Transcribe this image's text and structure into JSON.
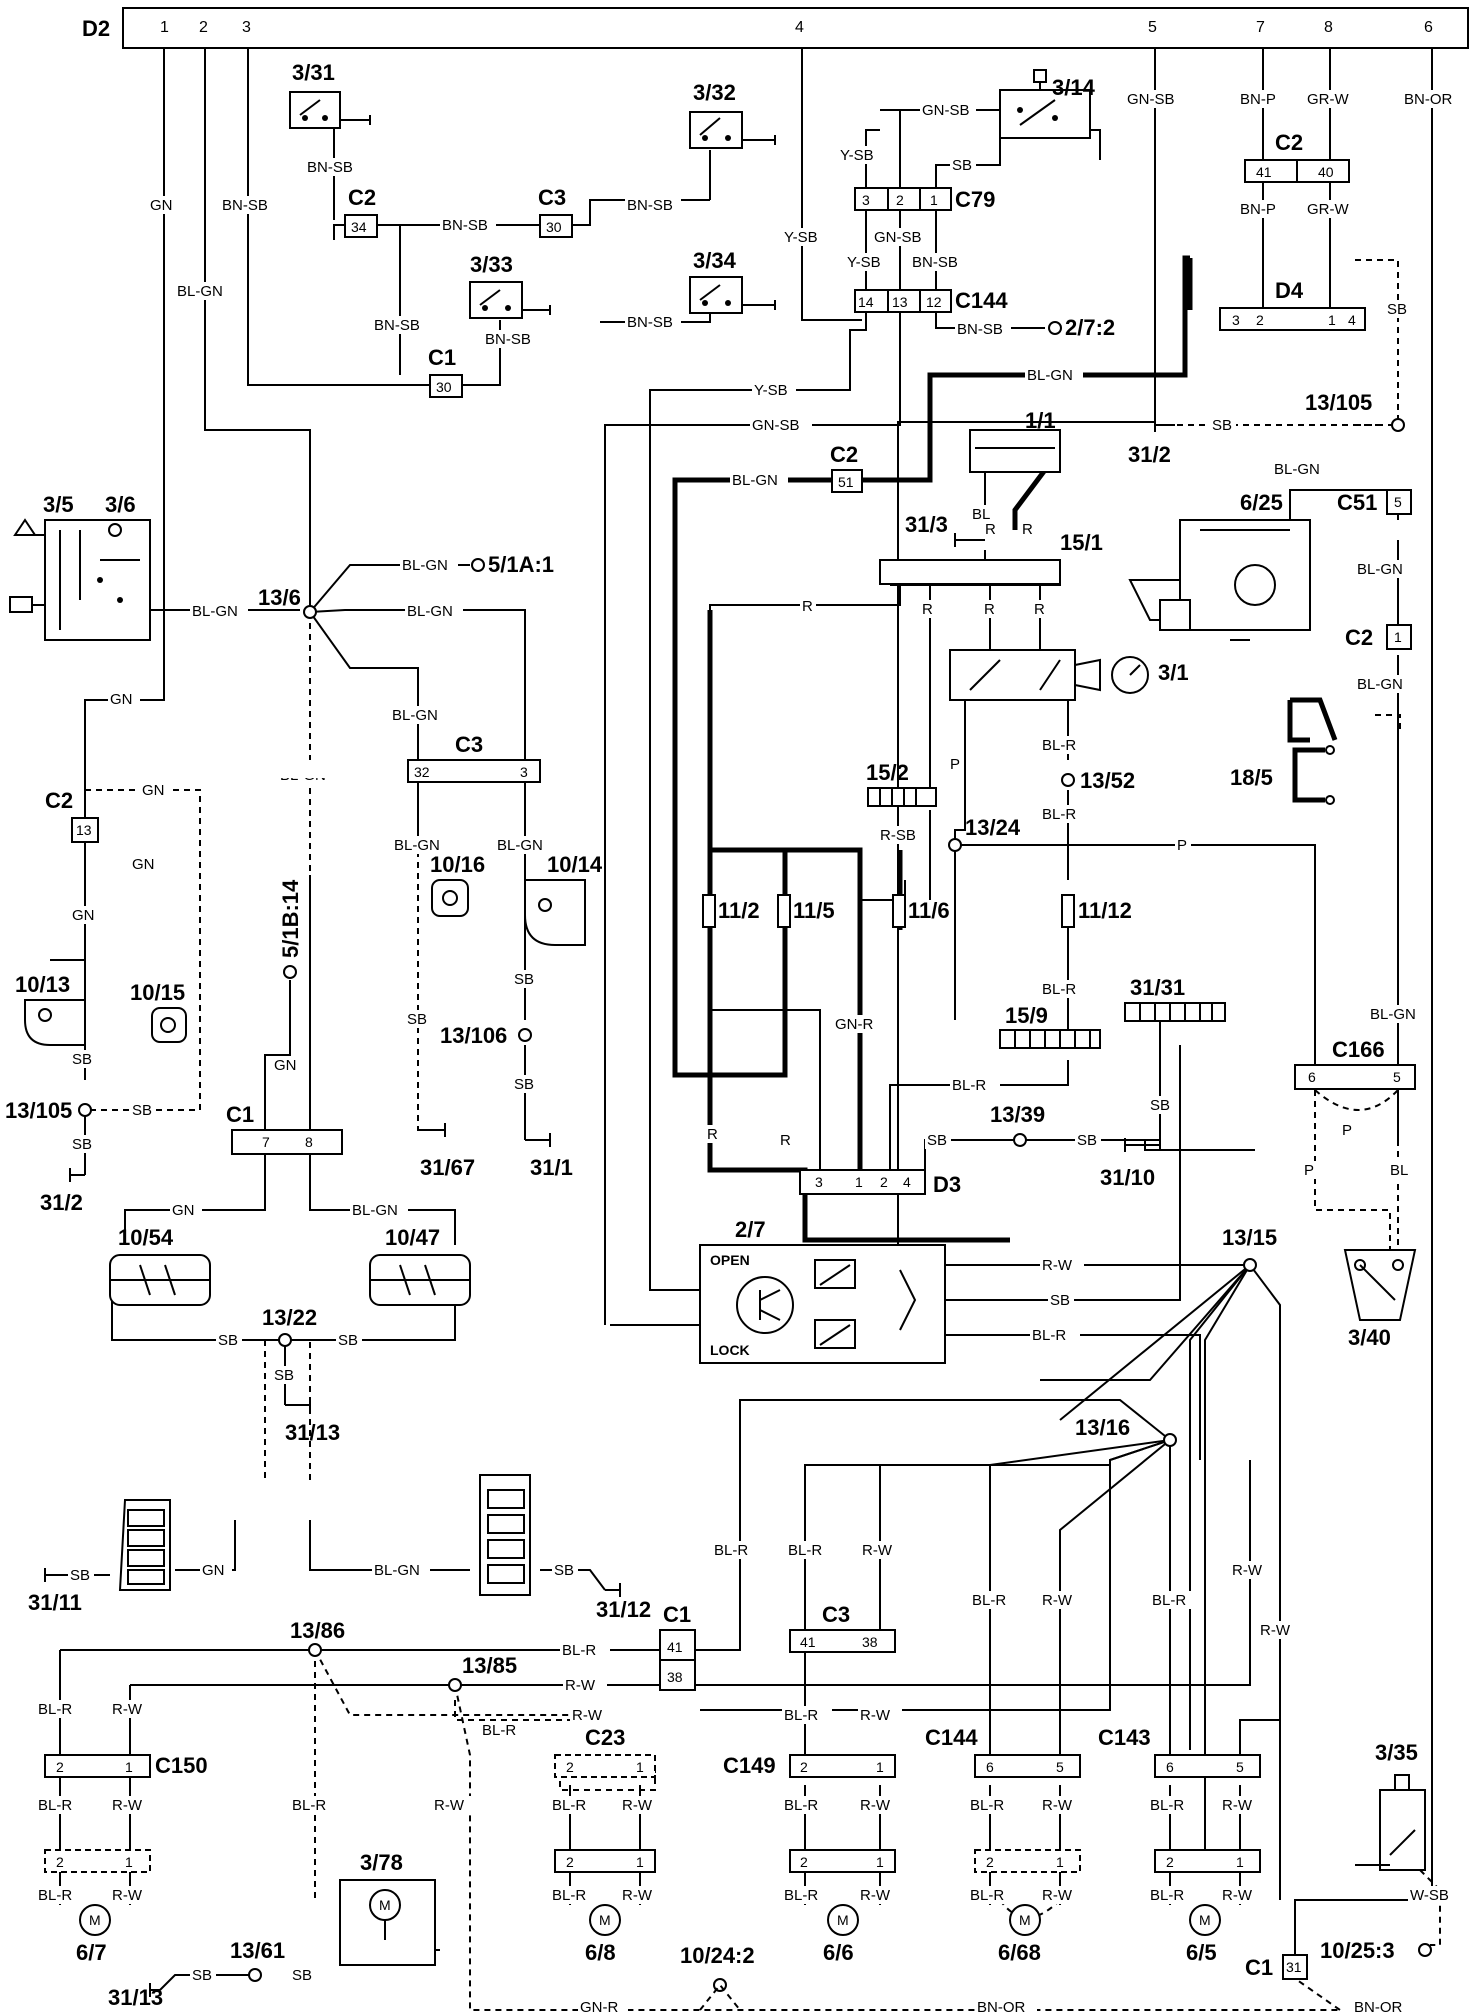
{
  "header": {
    "connector": "D2",
    "pins": [
      "1",
      "2",
      "3",
      "4",
      "5",
      "7",
      "8",
      "6"
    ]
  },
  "components": [
    "3/31",
    "3/32",
    "3/14",
    "3/33",
    "3/34",
    "3/5",
    "3/6",
    "1/1",
    "15/1",
    "3/1",
    "6/25",
    "18/5",
    "15/2",
    "11/2",
    "11/5",
    "11/6",
    "11/12",
    "15/9",
    "31/31",
    "10/16",
    "10/14",
    "10/13",
    "10/15",
    "10/54",
    "10/47",
    "2/7",
    "3/40",
    "3/78",
    "3/35",
    "6/7",
    "6/8",
    "6/6",
    "6/68",
    "6/5",
    "D3",
    "D4"
  ],
  "connectors": [
    "C2",
    "C3",
    "C1",
    "C79",
    "C144",
    "C51",
    "C166",
    "C150",
    "C23",
    "C149",
    "C143"
  ],
  "splices": [
    "13/6",
    "13/105",
    "13/52",
    "13/24",
    "13/106",
    "13/39",
    "13/15",
    "13/16",
    "13/22",
    "13/86",
    "13/85",
    "13/61"
  ],
  "grounds": [
    "31/2",
    "31/3",
    "31/67",
    "31/1",
    "31/10",
    "31/13",
    "31/11",
    "31/12"
  ],
  "references": [
    "2/7:2",
    "5/1A:1",
    "5/1B:14",
    "10/24:2",
    "10/25:3"
  ],
  "wire_colors": [
    "GN",
    "BN-SB",
    "BL-GN",
    "GN-SB",
    "BN-P",
    "GR-W",
    "BN-OR",
    "Y-SB",
    "SB",
    "R",
    "P",
    "R-SB",
    "GN-R",
    "BL-R",
    "R-W",
    "W-SB",
    "BL"
  ],
  "lock_module": {
    "open_label": "OPEN",
    "lock_label": "LOCK"
  }
}
